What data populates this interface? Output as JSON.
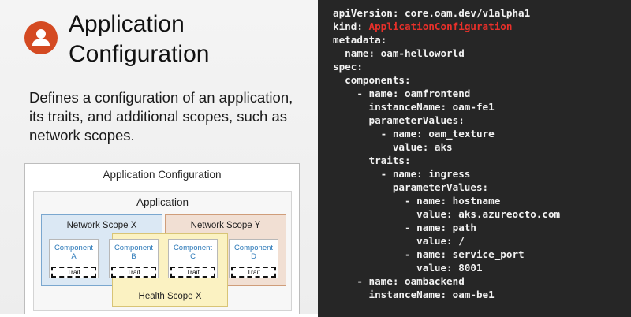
{
  "slide": {
    "title_line1": "Application",
    "title_line2": "Configuration",
    "description": "Defines a configuration of an application, its traits, and additional scopes, such as network scopes.",
    "icon": "user-icon",
    "accent_color": "#d44a22"
  },
  "diagram": {
    "title": "Application Configuration",
    "app_title": "Application",
    "scopes": {
      "network_x": "Network Scope X",
      "network_y": "Network Scope Y",
      "health_x": "Health Scope X"
    },
    "components": [
      {
        "line1": "Component",
        "line2": "A",
        "trait": "Trait"
      },
      {
        "line1": "Component",
        "line2": "B",
        "trait": "Trait"
      },
      {
        "line1": "Component",
        "line2": "C",
        "trait": "Trait"
      },
      {
        "line1": "Component",
        "line2": "D",
        "trait": "Trait"
      }
    ]
  },
  "code": {
    "highlight_color": "#e8302a",
    "lines": [
      {
        "text": "apiVersion: core.oam.dev/v1alpha1"
      },
      {
        "text": "kind: ",
        "hl": "ApplicationConfiguration"
      },
      {
        "text": "metadata:"
      },
      {
        "text": "  name: oam-helloworld"
      },
      {
        "text": "spec:"
      },
      {
        "text": "  components:"
      },
      {
        "text": "    - name: oamfrontend"
      },
      {
        "text": "      instanceName: oam-fe1"
      },
      {
        "text": "      parameterValues:"
      },
      {
        "text": "        - name: oam_texture"
      },
      {
        "text": "          value: aks"
      },
      {
        "text": "      traits:"
      },
      {
        "text": "        - name: ingress"
      },
      {
        "text": "          parameterValues:"
      },
      {
        "text": "            - name: hostname"
      },
      {
        "text": "              value: aks.azureocto.com"
      },
      {
        "text": "            - name: path"
      },
      {
        "text": "              value: /"
      },
      {
        "text": "            - name: service_port"
      },
      {
        "text": "              value: 8001"
      },
      {
        "text": "    - name: oambackend"
      },
      {
        "text": "      instanceName: oam-be1"
      }
    ]
  }
}
